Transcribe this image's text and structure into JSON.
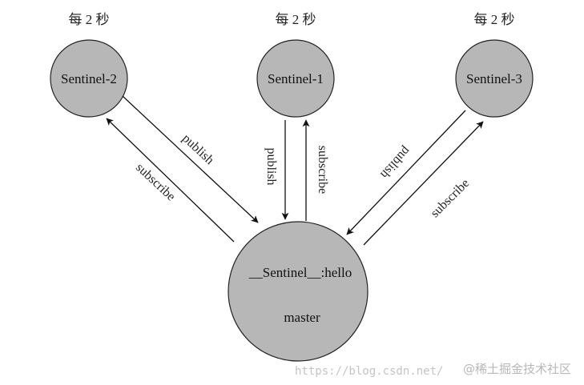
{
  "colors": {
    "node_fill": "#b7b7b7",
    "node_stroke": "#222222",
    "arrow": "#111111",
    "watermark": "#c4c4c4"
  },
  "labels": {
    "interval": "每 2 秒",
    "publish": "publish",
    "subscribe": "subscribe"
  },
  "nodes": {
    "sentinel_1": "Sentinel-1",
    "sentinel_2": "Sentinel-2",
    "sentinel_3": "Sentinel-3",
    "channel": "__Sentinel__:hello",
    "master": "master"
  },
  "watermark": {
    "url": "https://blog.csdn.net/",
    "site": "@稀土掘金技术社区"
  }
}
